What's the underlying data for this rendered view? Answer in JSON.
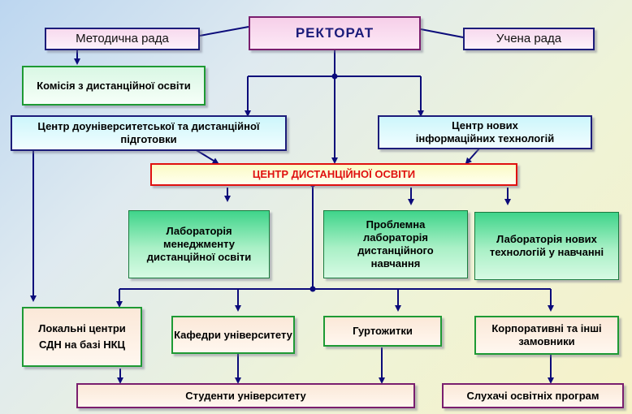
{
  "nodes": {
    "rektorat": "РЕКТОРАТ",
    "metodychna_rada": "Методична рада",
    "uchena_rada": "Учена рада",
    "komisiia": "Комісія з дистанційної освіти",
    "tsentr_douniversytetskoi": "Центр доуніверситетської та дистанційної підготовки",
    "tsentr_novykh_tekhnolohii": "Центр нових інформаційних технологій",
    "tsentr_dystantsiinoi_osvity": "ЦЕНТР ДИСТАНЦІЙНОЇ ОСВІТИ",
    "lab_menedzhmentu": "Лабораторія менеджменту дистанційної освіти",
    "lab_problemna": "Проблемна лабораторія дистанційного навчання",
    "lab_novykh_tekhnolohii": "Лабораторія нових технологій у навчанні",
    "lokalni_tsentry": "Локальні центри СДН на базі НКЦ",
    "kafedry": "Кафедри університету",
    "hurtozhytky": "Гуртожитки",
    "korporatyvni": "Корпоративні та інші замовники",
    "studenty": "Студенти університету",
    "slukhachi": "Слухачі освітніх програм"
  },
  "colors": {
    "line": "#0b0b7a",
    "center_border": "#e01010"
  }
}
